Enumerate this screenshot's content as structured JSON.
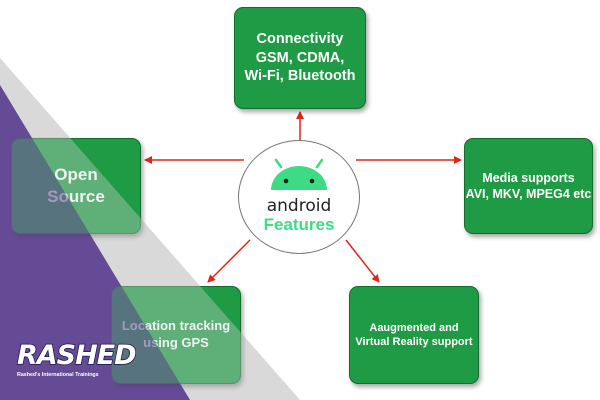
{
  "diagram": {
    "center": {
      "title": "android",
      "subtitle": "Features"
    },
    "nodes": {
      "connectivity": [
        "Connectivity",
        "GSM, CDMA,",
        "Wi-Fi, Bluetooth"
      ],
      "open_source": [
        "Open",
        "Source"
      ],
      "media": [
        "Media supports",
        "AVI, MKV, MPEG4 etc"
      ],
      "location": [
        "Location tracking",
        "using GPS"
      ],
      "ar": [
        "Aaugmented and",
        "Virtual Reality support"
      ]
    }
  },
  "branding": {
    "logo_text": "RASHED",
    "tagline": "Rashed's International Trainings"
  },
  "colors": {
    "box_fill": "#1f9a45",
    "arrow": "#e0261b",
    "android_green": "#3ddc84",
    "overlay_purple": "#4b2a86",
    "overlay_gray": "#d3d3d3"
  }
}
